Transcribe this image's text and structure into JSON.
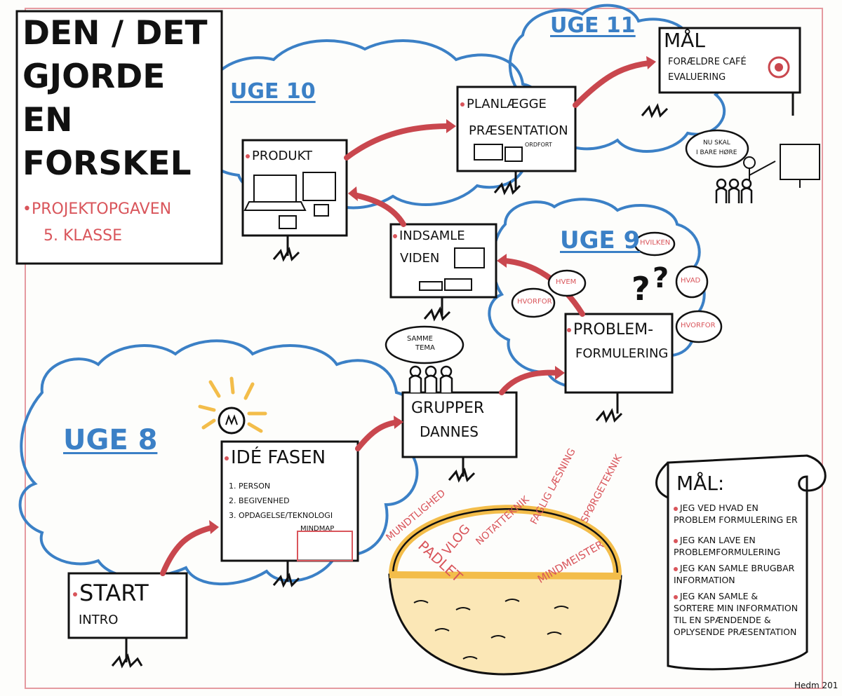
{
  "title": [
    "DEN / DET",
    "GJORDE",
    "EN",
    "FORSKEL"
  ],
  "subtitle": [
    "•PROJEKTOPGAVEN",
    "5. KLASSE"
  ],
  "weeks": {
    "uge8": "UGE 8",
    "uge9": "UGE 9",
    "uge10": "UGE 10",
    "uge11": "UGE 11"
  },
  "start": {
    "label": "START",
    "sub": "INTRO"
  },
  "ide": {
    "label": "IDÉ FASEN",
    "items": [
      "1. PERSON",
      "2. BEGIVENHED",
      "3. OPDAGELSE/TEKNOLOGI"
    ],
    "mindmap": "MINDMAP"
  },
  "grupper": {
    "line1": "GRUPPER",
    "line2": "DANNES",
    "bubble": [
      "SAMME",
      "TEMA"
    ]
  },
  "problem": {
    "line1": "PROBLEM-",
    "line2": "FORMULERING",
    "questions": [
      "HVORFOR",
      "HVEM",
      "HVILKEN",
      "HVAD",
      "HVORFOR"
    ]
  },
  "indsamle": {
    "line1": "INDSAMLE",
    "line2": "VIDEN"
  },
  "produkt": {
    "label": "PRODUKT"
  },
  "planlaegge": {
    "line1": "PLANLÆGGE",
    "line2": "PRÆSENTATION",
    "tag": "ORDFORT"
  },
  "maal_top": {
    "label": "MÅL",
    "line1": "FORÆLDRE CAFÉ",
    "line2": "EVALUERING",
    "bubble": [
      "NU SKAL",
      "I BARE HØRE"
    ]
  },
  "basket": [
    "MUNDTLIGHED",
    "VLOG",
    "NOTATTEKNIK",
    "FAGLIG LÆSNING",
    "SPØRGETEKNIK",
    "PADLET",
    "MINDMEISTER"
  ],
  "goals": {
    "title": "MÅL:",
    "items": [
      "JEG VED HVAD EN PROBLEM FORMULERING ER",
      "JEG KAN LAVE EN PROBLEMFORMULERING",
      "JEG KAN SAMLE BRUGBAR INFORMATION",
      "JEG KAN SAMLE & SORTERE MIN INFORMATION TIL EN SPÆNDENDE & OPLYSENDE PRÆSENTATION"
    ]
  },
  "signature": "Hedm 201",
  "colors": {
    "blue": "#3b80c6",
    "red": "#d9555b",
    "yellow": "#f3bd4a",
    "black": "#111111"
  }
}
